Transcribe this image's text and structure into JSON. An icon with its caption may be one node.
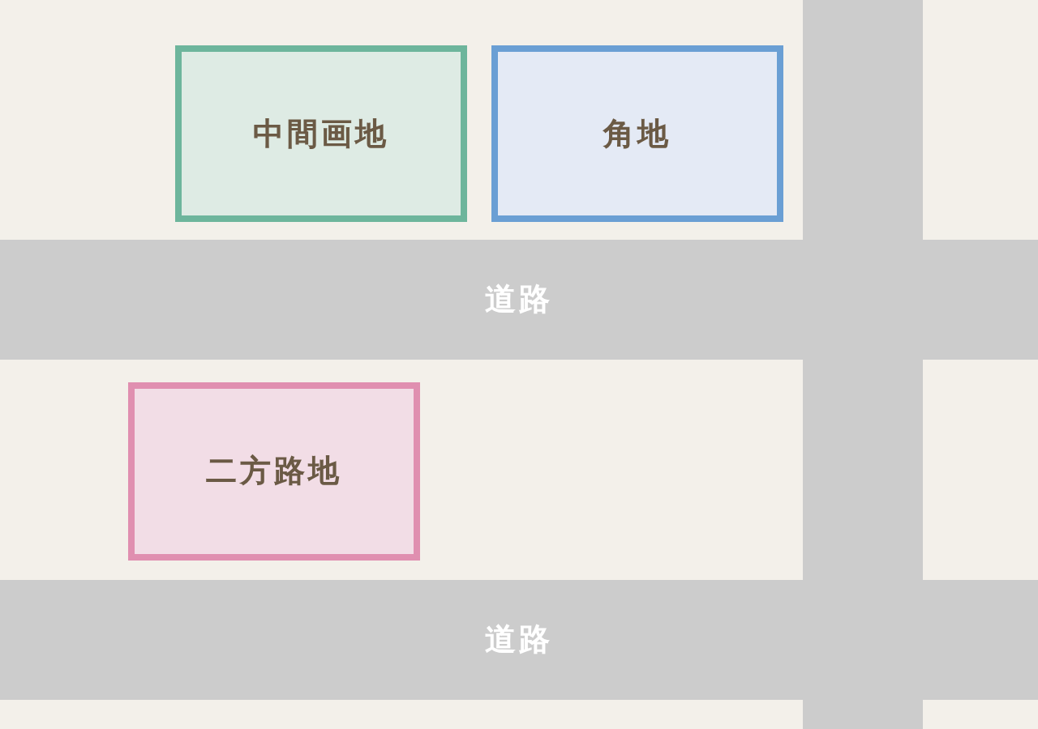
{
  "diagram": {
    "nodes": [
      {
        "text": [
          "中間画地"
        ]
      },
      {
        "text": [
          "角地"
        ]
      },
      {
        "text": [],
        "shape": "bar"
      },
      {
        "text": [
          "道路"
        ]
      },
      {
        "text": [
          "二方路地"
        ]
      },
      {
        "text": [
          "道路"
        ]
      }
    ]
  }
}
